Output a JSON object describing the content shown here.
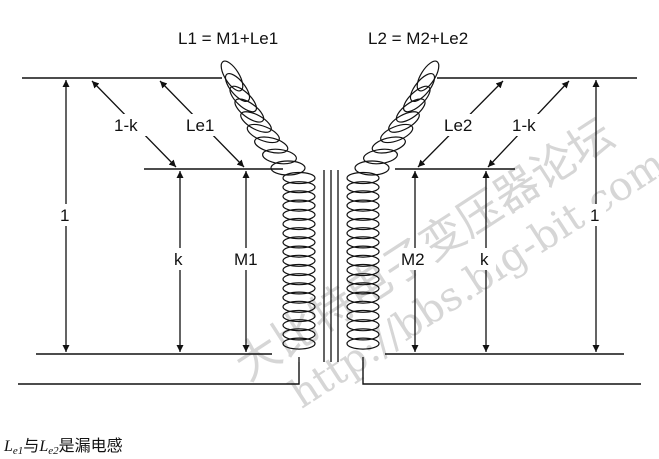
{
  "labels": {
    "l1_eq": "L1 = M1+Le1",
    "l2_eq": "L2 = M2+Le2",
    "left_1mk": "1-k",
    "left_le1": "Le1",
    "left_one": "1",
    "left_k": "k",
    "left_m1": "M1",
    "right_le2": "Le2",
    "right_1mk": "1-k",
    "right_one": "1",
    "right_m2": "M2",
    "right_k": "k"
  },
  "watermark": {
    "line1": "大比特电子变压器论坛",
    "line2": "http://bbs.big-bit.com"
  },
  "caption": {
    "le1_base": "L",
    "le1_sub": "e1",
    "conj": "与",
    "le2_base": "L",
    "le2_sub": "e2",
    "tail": "是漏电感"
  }
}
